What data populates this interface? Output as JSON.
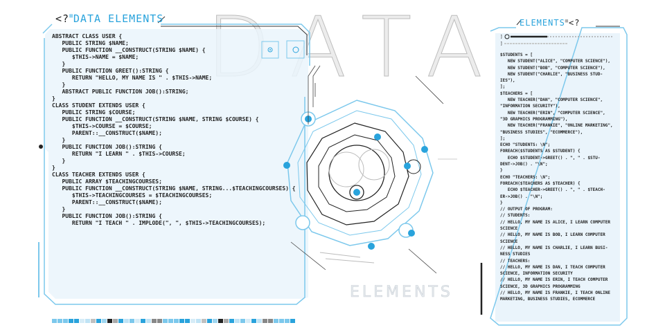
{
  "left_panel": {
    "title_prefix": "<?",
    "title": "DATA ELEMENTS",
    "code_lines": [
      "ABSTRACT CLASS USER {",
      "   PUBLIC STRING $NAME;",
      "",
      "   PUBLIC FUNCTION __CONSTRUCT(STRING $NAME) {",
      "      $THIS->NAME = $NAME;",
      "   }",
      "",
      "   PUBLIC FUNCTION GREET():STRING {",
      "      RETURN \"HELLO, MY NAME IS \" . $THIS->NAME;",
      "   }",
      "",
      "   ABSTRACT PUBLIC FUNCTION JOB():STRING;",
      "}",
      "",
      "CLASS STUDENT EXTENDS USER {",
      "   PUBLIC STRING $COURSE;",
      "",
      "   PUBLIC FUNCTION __CONSTRUCT(STRING $NAME, STRING $COURSE) {",
      "      $THIS->COURSE = $COURSE;",
      "      PARENT::__CONSTRUCT($NAME);",
      "   }",
      "",
      "   PUBLIC FUNCTION JOB():STRING {",
      "      RETURN \"I LEARN \" . $THIS->COURSE;",
      "   }",
      "}",
      "",
      "CLASS TEACHER EXTENDS USER {",
      "   PUBLIC ARRAY $TEACHINGCOURSES;",
      "",
      "   PUBLIC FUNCTION __CONSTRUCT(STRING $NAME, STRING...$TEACHINGCOURSES) {",
      "      $THIS->TEACHINGCOURSES = $TEACHINGCOURSES;",
      "      PARENT::__CONSTRUCT($NAME);",
      "   }",
      "",
      "   PUBLIC FUNCTION JOB():STRING {",
      "      RETURN \"I TEACH \" . IMPLODE(\", \", $THIS->TEACHINGCOURSES);"
    ]
  },
  "right_panel": {
    "title": "ELEMENTS",
    "title_suffix": "<?",
    "code_lines": [
      "$STUDENTS = [",
      "   NEW STUDENT(\"ALICE\", \"COMPUTER SCIENCE\"),",
      "   NEW STUDENT(\"BOB\", \"COMPUTER SCIENCE\"),",
      "   NEW STUDENT(\"CHARLIE\", \"BUSINESS STUD-",
      "IES\"),",
      "];",
      "$TEACHERS = [",
      "   NEW TEACHER(\"DAN\", \"COMPUTER SCIENCE\",",
      "\"INFORMATION SECURITY\"),",
      "   NEW TEACHER(\"ERIN\", \"COMPUTER SCIENCE\",",
      "\"3D GRAPHICS PROGRAMMING\"),",
      "   NEW TEACHER(\"FRANKIE\", \"ONLINE MARKETING\",",
      "\"BUSINESS STUDIES\", \"ECOMMERCE\"),",
      "];",
      "",
      "ECHO \"STUDENTS: \\N\";",
      "FOREACH($STUDENTS AS $STUDENT) {",
      "   ECHO $STUDENT->GREET() . \", \" . $STU-",
      "DENT->JOB() . \"\\N\";",
      "}",
      "",
      "ECHO \"TEACHERS: \\N\";",
      "FOREACH($TEACHERS AS $TEACHER) {",
      "   ECHO $TEACHER->GREET() . \", \" . $TEACH-",
      "ER->JOB() . \"\\N\";",
      "}",
      "",
      "// OUTPUT OF PROGRAM:",
      "// STUDENTS:",
      "// HELLO, MY NAME IS ALICE, I LEARN COMPUTER",
      "SCIENCE",
      "// HELLO, MY NAME IS BOB, I LEARN COMPUTER",
      "SCIENCE",
      "// HELLO, MY NAME IS CHARLIE, I LEARN BUSI-",
      "NESS STUDIES",
      "// TEACHERS:",
      "// HELLO, MY NAME IS DAN, I TEACH COMPUTER",
      "SCIENCE, INFORMATION SECURITY",
      "// HELLO, MY NAME IS ERIN, I TEACH COMPUTER",
      "SCIENCE, 3D GRAPHICS PROGRAMMING",
      "// HELLO, MY NAME IS FRANKIE, I TEACH ONLINE",
      "MARKETING, BUSINESS STUDIES, ECOMMERCE"
    ]
  },
  "background_text": {
    "big": "DATA",
    "faint": "ELEMENTS"
  },
  "colors": {
    "accent": "#29a3dc",
    "frame": "#7cc8ec",
    "panel": "#eaf4fb",
    "ink": "#222222"
  }
}
